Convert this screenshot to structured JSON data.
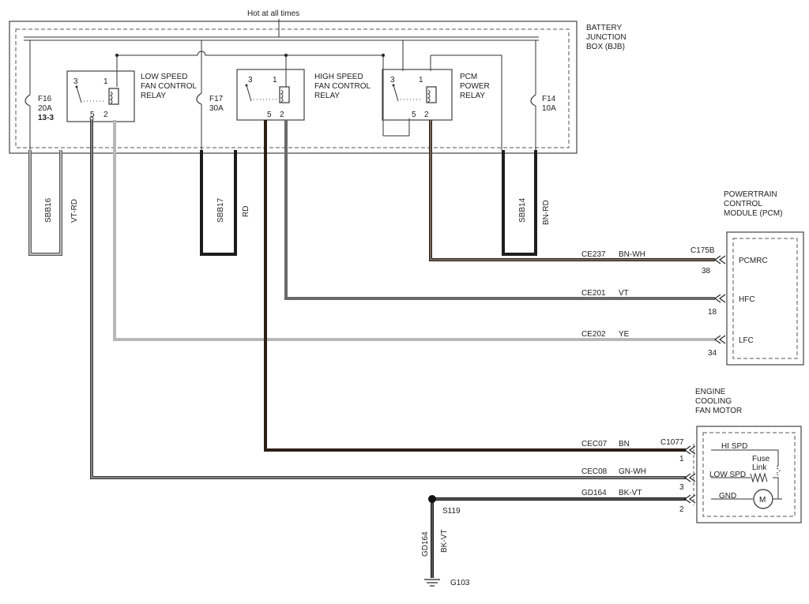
{
  "header": {
    "hot_label": "Hot at all times"
  },
  "bjb": {
    "title_line1": "BATTERY",
    "title_line2": "JUNCTION",
    "title_line3": "BOX (BJB)"
  },
  "relays": {
    "low": {
      "line1": "LOW SPEED",
      "line2": "FAN CONTROL",
      "line3": "RELAY"
    },
    "high": {
      "line1": "HIGH SPEED",
      "line2": "FAN CONTROL",
      "line3": "RELAY"
    },
    "pcm": {
      "line1": "PCM",
      "line2": "POWER",
      "line3": "RELAY"
    },
    "pins": {
      "p1": "1",
      "p2": "2",
      "p3": "3",
      "p5": "5"
    }
  },
  "fuses": {
    "f16": {
      "name": "F16",
      "rating": "20A",
      "ref": "13-3"
    },
    "f17": {
      "name": "F17",
      "rating": "30A"
    },
    "f14": {
      "name": "F14",
      "rating": "10A"
    }
  },
  "circuits": {
    "sbb16": {
      "id": "SBB16",
      "color": "VT-RD"
    },
    "sbb17": {
      "id": "SBB17",
      "color": "RD"
    },
    "sbb14": {
      "id": "SBB14",
      "color": "BN-RD"
    },
    "ce237": {
      "id": "CE237",
      "color": "BN-WH"
    },
    "ce201": {
      "id": "CE201",
      "color": "VT"
    },
    "ce202": {
      "id": "CE202",
      "color": "YE"
    },
    "cec07": {
      "id": "CEC07",
      "color": "BN"
    },
    "cec08": {
      "id": "CEC08",
      "color": "GN-WH"
    },
    "gd164": {
      "id": "GD164",
      "color": "BK-VT"
    },
    "gd164v": {
      "id": "GD164",
      "color": "BK-VT"
    }
  },
  "pcm": {
    "title_line1": "POWERTRAIN",
    "title_line2": "CONTROL",
    "title_line3": "MODULE (PCM)",
    "connector": "C175B",
    "pins": {
      "pcmrc": "PCMRC",
      "hfc": "HFC",
      "lfc": "LFC"
    },
    "pin_numbers": {
      "pcmrc": "38",
      "hfc": "18",
      "lfc": "34"
    }
  },
  "motor": {
    "title_line1": "ENGINE",
    "title_line2": "COOLING",
    "title_line3": "FAN MOTOR",
    "connector": "C1077",
    "pins": {
      "hi": "HI SPD",
      "low": "LOW SPD",
      "gnd": "GND"
    },
    "pin_numbers": {
      "hi": "1",
      "low": "3",
      "gnd": "2"
    },
    "fuse_link_line1": "Fuse",
    "fuse_link_line2": "Link",
    "symbol": "M"
  },
  "splice": "S119",
  "ground": "G103",
  "colors": {
    "BN": "#2b1f16",
    "VT": "#6a6a6a",
    "YE": "#b8b8b8",
    "RD": "#1c1c1c",
    "GN-WH": "#3a3a3a",
    "BK-VT": "#161616"
  }
}
